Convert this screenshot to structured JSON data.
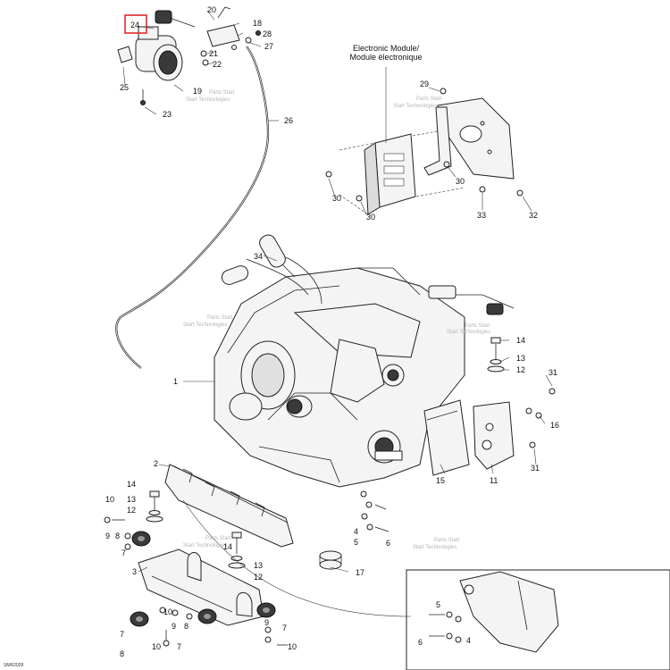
{
  "title_block": {
    "label_line1": "Electronic Module/",
    "label_line2": "Module électronique"
  },
  "callouts": {
    "c1": "1",
    "c2": "2",
    "c3": "3",
    "c4a": "4",
    "c4b": "4",
    "c5a": "5",
    "c5b": "5",
    "c6a": "6",
    "c6b": "6",
    "c7a": "7",
    "c7b": "7",
    "c7c": "7",
    "c8a": "8",
    "c8b": "8",
    "c9a": "9",
    "c9b": "9",
    "c10a": "10",
    "c10b": "10",
    "c10c": "10",
    "c11": "11",
    "c12a": "12",
    "c12b": "12",
    "c12c": "12",
    "c13a": "13",
    "c13b": "13",
    "c13c": "13",
    "c14a": "14",
    "c14b": "14",
    "c15": "15",
    "c16": "16",
    "c17": "17",
    "c18": "18",
    "c19": "19",
    "c20": "20",
    "c21": "21",
    "c22": "22",
    "c23": "23",
    "c24": "24",
    "c25": "25",
    "c26": "26",
    "c27": "27",
    "c28": "28",
    "c29": "29",
    "c30a": "30",
    "c30b": "30",
    "c30c": "30",
    "c31a": "31",
    "c31b": "31",
    "c32": "32",
    "c33": "33",
    "c34": "34"
  },
  "watermark_lines": [
    "Start Technologies",
    "Parts Start"
  ],
  "footer_code": "SMR2028",
  "colors": {
    "highlight": "#e0282e",
    "line": "#222222",
    "watermark": "#b5b5b5"
  }
}
